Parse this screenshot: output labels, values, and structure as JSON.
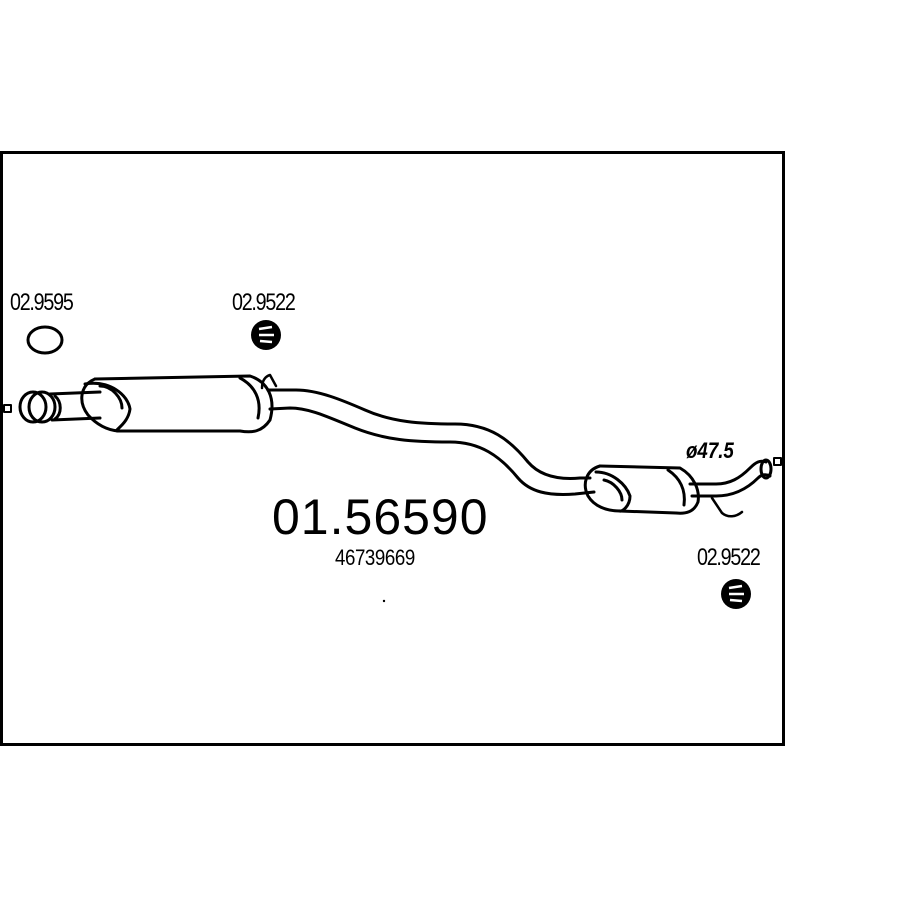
{
  "diagram": {
    "main_part_number": "01.56590",
    "oem_number": "46739669",
    "diameter_label": "ø47.5",
    "accessories": [
      {
        "part_number": "02.9595",
        "kind": "ring-gasket"
      },
      {
        "part_number": "02.9522",
        "kind": "rubber-hanger"
      },
      {
        "part_number": "02.9522",
        "kind": "rubber-hanger"
      }
    ]
  }
}
